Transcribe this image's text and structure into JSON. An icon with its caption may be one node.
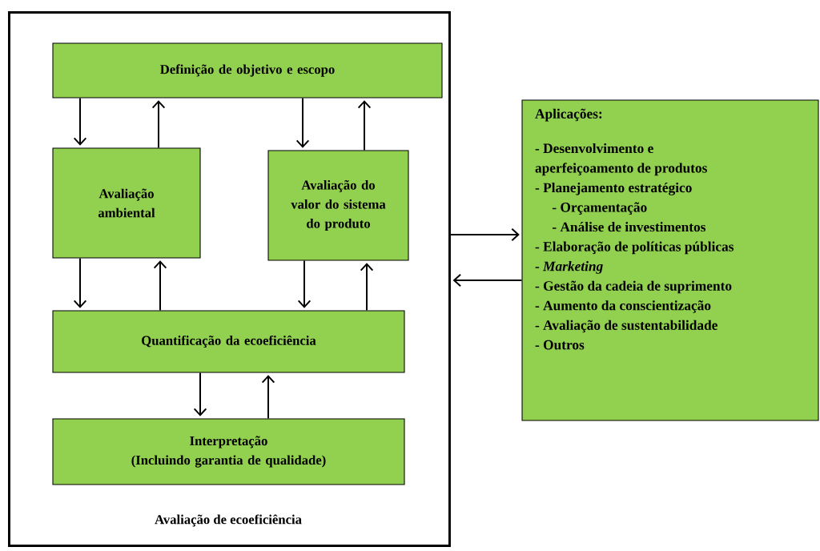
{
  "diagram": {
    "nodes": [
      {
        "text": [
          "Avaliação de ecoeficiência"
        ]
      },
      {
        "text": [
          "Definição de objetivo e escopo"
        ],
        "in": 0
      },
      {
        "text": [
          "Avaliação ambiental"
        ],
        "in": 0
      },
      {
        "text": [
          "Avaliação do valor do sistema do produto"
        ],
        "in": 0
      },
      {
        "text": [
          "Quantificação da ecoeficiência"
        ],
        "in": 0
      },
      {
        "text": [
          "Interpretação",
          "(Incluindo garantia de qualidade)"
        ],
        "in": 0
      },
      {
        "text": [
          "Aplicações:",
          "- Desenvolvimento e aperfeiçoamento de produtos",
          "- Planejamento estratégico",
          "- Orçamentação",
          "- Análise de investimentos",
          "- Elaboração de políticas públicas",
          "- *Marketing*",
          "- Gestão da cadeia de suprimento",
          "- Aumento da conscientização",
          "- Avaliação de sustentabilidade",
          "- Outros"
        ]
      }
    ],
    "edges": [
      {
        "from": 1,
        "to": 2,
        "arrow": "to"
      },
      {
        "from": 2,
        "to": 1,
        "arrow": "to"
      },
      {
        "from": 1,
        "to": 3,
        "arrow": "to"
      },
      {
        "from": 3,
        "to": 1,
        "arrow": "to"
      },
      {
        "from": 2,
        "to": 4,
        "arrow": "to"
      },
      {
        "from": 4,
        "to": 2,
        "arrow": "to"
      },
      {
        "from": 3,
        "to": 4,
        "arrow": "to"
      },
      {
        "from": 4,
        "to": 3,
        "arrow": "to"
      },
      {
        "from": 4,
        "to": 5,
        "arrow": "to"
      },
      {
        "from": 5,
        "to": 4,
        "arrow": "to"
      },
      {
        "from": 0,
        "to": 6,
        "arrow": "to"
      },
      {
        "from": 6,
        "to": 0,
        "arrow": "to"
      }
    ]
  }
}
